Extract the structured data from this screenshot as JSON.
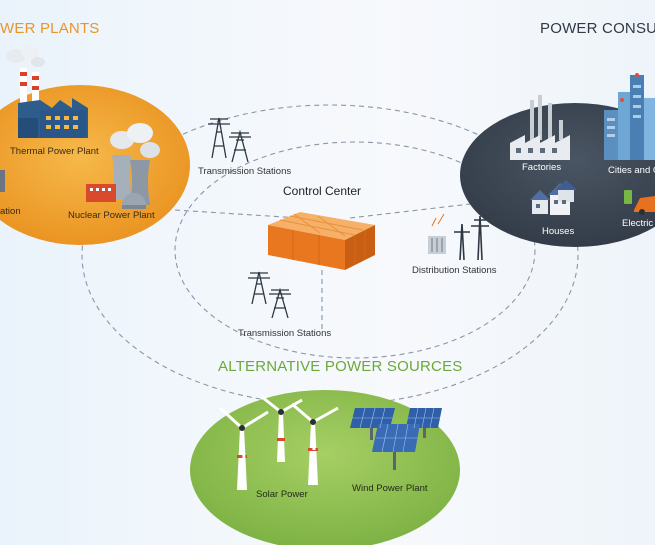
{
  "headings": {
    "power_plants": "WER PLANTS",
    "power_consumers": "POWER CONSUM",
    "alternative": "ALTERNATIVE POWER SOURCES"
  },
  "labels": {
    "thermal": "Thermal Power Plant",
    "station_cut": "ation",
    "nuclear": "Nuclear Power Plant",
    "transmission_top": "Transmission Stations",
    "control_center": "Control Center",
    "distribution": "Distribution Stations",
    "transmission_bottom": "Transmission Stations",
    "factories": "Factories",
    "cities": "Cities and C",
    "houses": "Houses",
    "electric": "Electric V",
    "solar": "Solar Power",
    "wind": "Wind Power Plant"
  },
  "colors": {
    "orange_heading": "#e8962a",
    "green_heading": "#6aa93a",
    "dark_heading": "#2f3a45",
    "orange_blob": "#f0a22c",
    "dark_blob": "#3c4654",
    "green_blob": "#8cc04e",
    "dash": "#8a96a8"
  }
}
